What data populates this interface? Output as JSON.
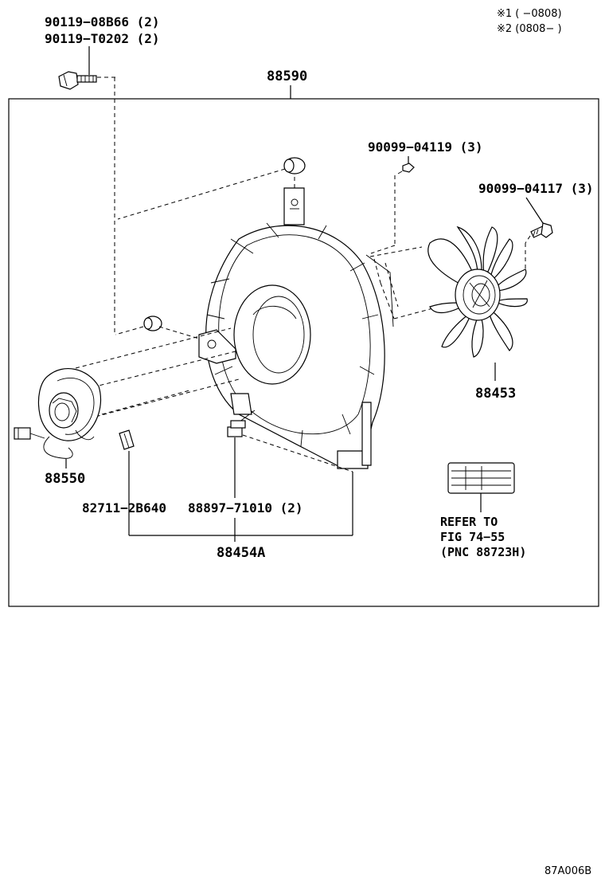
{
  "notes": {
    "note1": "※1 (     −0808)",
    "note2": "※2 (0808−      )"
  },
  "parts": {
    "bolt_a": "90119−08B66 (2)",
    "bolt_b": "90119−T0202 (2)",
    "shroud": "88590",
    "screw_1": "90099−04119 (3)",
    "screw_2": "90099−04117 (3)",
    "fan": "88453",
    "motor": "88550",
    "clip_1": "82711−2B640",
    "clip_2": "88897−71010 (2)",
    "assembly": "88454A"
  },
  "refer": {
    "line1": "REFER TO",
    "line2": "FIG 74−55",
    "line3": "(PNC 88723H)"
  },
  "figure_code": "87A006B"
}
